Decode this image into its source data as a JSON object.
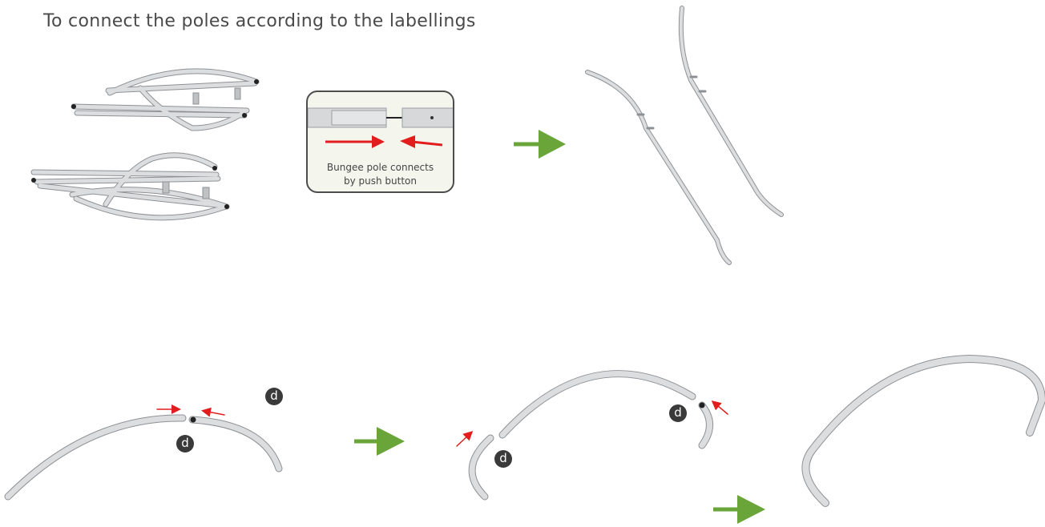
{
  "title": "To connect the poles according to the labellings",
  "inset": {
    "caption_line1": "Bungee pole connects",
    "caption_line2": "by push button"
  },
  "label": "d",
  "colors": {
    "arrow_green": "#6aa53a",
    "arrow_red": "#e11d1d",
    "pole": "#c7c9cb",
    "pole_outline": "#8e9194",
    "inset_border": "#4d4d4d",
    "inset_bg": "#f4f6ee"
  },
  "icons": [
    "green-arrow-icon",
    "red-arrow-icon",
    "pole-illustration",
    "label-badge"
  ]
}
